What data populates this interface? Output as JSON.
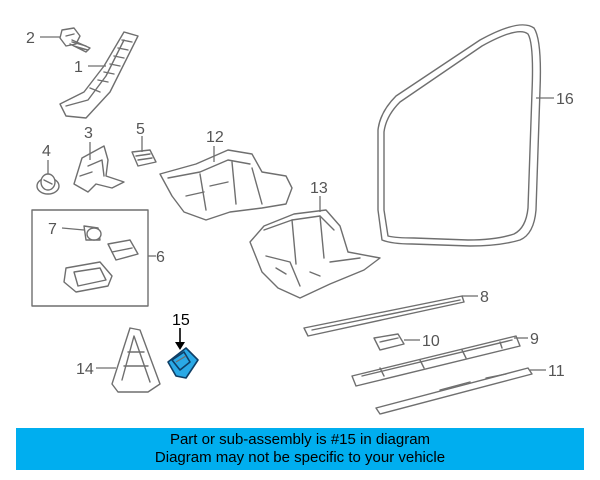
{
  "banner": {
    "line1": "Part or sub-assembly is #15 in diagram",
    "line2": "Diagram may not be specific to your vehicle"
  },
  "callouts": {
    "c1": "1",
    "c2": "2",
    "c3": "3",
    "c4": "4",
    "c5": "5",
    "c6": "6",
    "c7": "7",
    "c8": "8",
    "c9": "9",
    "c10": "10",
    "c11": "11",
    "c12": "12",
    "c13": "13",
    "c14": "14",
    "c15": "15",
    "c16": "16"
  },
  "colors": {
    "banner_bg": "#00aeef",
    "highlight_part": "#2aa9e6",
    "line_art": "#6f6f6f"
  }
}
